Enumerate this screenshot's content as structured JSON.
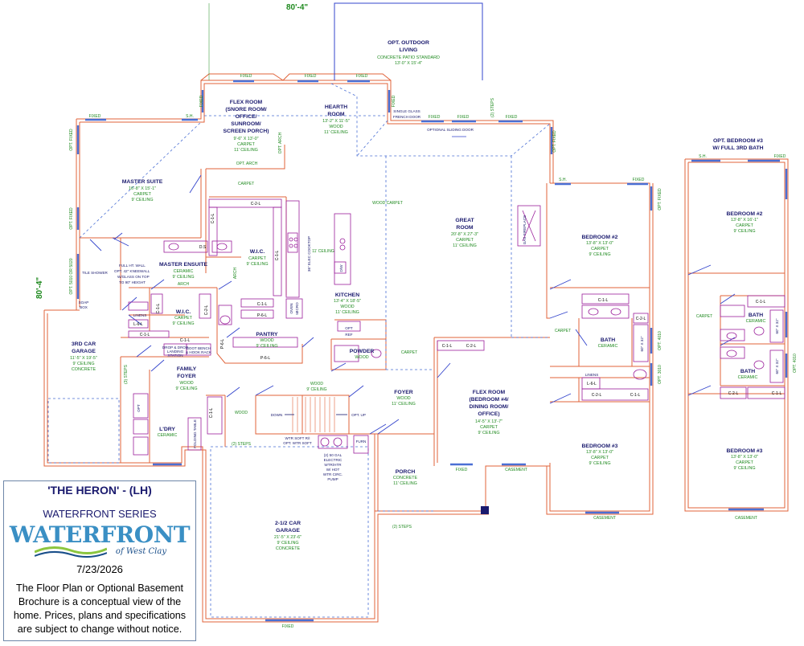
{
  "plan_title": "'THE HERON' - (LH)",
  "series": "WATERFRONT SERIES",
  "brand": {
    "word": "WATERFRONT",
    "sub": "of West Clay",
    "colors": {
      "primary": "#3a8fc4",
      "wave_green": "#8cc63f",
      "wave_blue": "#1a4f8a"
    }
  },
  "date": "7/23/2026",
  "disclaimer": "The Floor Plan or Optional Basement Brochure is a conceptual view of the home. Prices, plans and specifications are subject to change without notice.",
  "dimensions": {
    "top": "80'-4\"",
    "left": "80'-4\""
  },
  "colors": {
    "wall": "#e0633a",
    "window": "#4a6fd4",
    "label": "#1a1a6e",
    "spec": "#1f8a1f",
    "fixture": "#9b1f9b"
  },
  "rooms": {
    "outdoor": {
      "name": [
        "OPT. OUTDOOR",
        "LIVING"
      ],
      "lines": [
        "CONCRETE PATIO STANDARD",
        "13'-0\" X 15'-4\""
      ]
    },
    "flex_top": {
      "name": [
        "FLEX ROOM",
        "(SNORE ROOM/",
        "OFFICE/",
        "SUNROOM/",
        "SCREEN PORCH)"
      ],
      "lines": [
        "9'-6\" X 13'-0\"",
        "CARPET",
        "11' CEILING"
      ]
    },
    "hearth": {
      "name": [
        "HEARTH",
        "ROOM"
      ],
      "lines": [
        "13'-2\" X 11'-5\"",
        "WOOD",
        "11' CEILING"
      ]
    },
    "master_suite": {
      "name": [
        "MASTER SUITE"
      ],
      "lines": [
        "16'-8\" X 15'-1\"",
        "CARPET",
        "9' CEILING"
      ]
    },
    "master_ensuite": {
      "name": [
        "MASTER ENSUITE"
      ],
      "lines": [
        "CERAMIC",
        "9' CEILING"
      ]
    },
    "wic1": {
      "name": [
        "W.I.C."
      ],
      "lines": [
        "CARPET",
        "9' CEILING"
      ]
    },
    "wic2": {
      "name": [
        "W.I.C."
      ],
      "lines": [
        "CARPET",
        "9' CEILING"
      ]
    },
    "great": {
      "name": [
        "GREAT",
        "ROOM"
      ],
      "lines": [
        "20'-8\" X 27'-3\"",
        "CARPET",
        "11' CEILING"
      ]
    },
    "kitchen": {
      "name": [
        "KITCHEN"
      ],
      "lines": [
        "13'-4\" X 18'-5\"",
        "WOOD",
        "11' CEILING"
      ]
    },
    "pantry": {
      "name": [
        "PANTRY"
      ],
      "lines": [
        "WOOD",
        "9' CEILING"
      ]
    },
    "powder": {
      "name": [
        "POWDER"
      ],
      "lines": [
        "WOOD"
      ]
    },
    "garage3": {
      "name": [
        "3RD CAR",
        "GARAGE"
      ],
      "lines": [
        "11'-5\" X 19'-5\"",
        "9' CEILING",
        "CONCRETE"
      ]
    },
    "family_foyer": {
      "name": [
        "FAMILY",
        "FOYER"
      ],
      "lines": [
        "WOOD",
        "9' CEILING"
      ]
    },
    "laundry": {
      "name": [
        "L'DRY"
      ],
      "lines": [
        "CERAMIC"
      ]
    },
    "foyer": {
      "name": [
        "FOYER"
      ],
      "lines": [
        "WOOD",
        "11' CEILING"
      ]
    },
    "flex_front": {
      "name": [
        "FLEX ROOM",
        "(BEDROOM #4/",
        "DINING ROOM/",
        "OFFICE)"
      ],
      "lines": [
        "14'-5\" X 13'-7\"",
        "CARPET",
        "9' CEILING"
      ]
    },
    "porch": {
      "name": [
        "PORCH"
      ],
      "lines": [
        "CONCRETE",
        "11' CEILING"
      ]
    },
    "garage2": {
      "name": [
        "2-1/2 CAR",
        "GARAGE"
      ],
      "lines": [
        "21'-5\" X 23'-6\"",
        "9' CEILING",
        "CONCRETE"
      ]
    },
    "bed2": {
      "name": [
        "BEDROOM #2"
      ],
      "lines": [
        "13'-8\" X 13'-0\"",
        "CARPET",
        "9' CEILING"
      ]
    },
    "bath": {
      "name": [
        "BATH"
      ],
      "lines": [
        "CERAMIC"
      ]
    },
    "bed3": {
      "name": [
        "BEDROOM #3"
      ],
      "lines": [
        "13'-8\" X 13'-0\"",
        "CARPET",
        "9' CEILING"
      ]
    },
    "opt_title": {
      "name": [
        "OPT. BEDROOM #3",
        "W/ FULL 3RD BATH"
      ]
    },
    "opt_bed2": {
      "name": [
        "BEDROOM #2"
      ],
      "lines": [
        "13'-8\" X 16'-1\"",
        "CARPET",
        "9' CEILING"
      ]
    },
    "opt_bath1": {
      "name": [
        "BATH"
      ],
      "lines": [
        "CERAMIC"
      ]
    },
    "opt_bath2": {
      "name": [
        "BATH"
      ],
      "lines": [
        "CERAMIC"
      ]
    },
    "opt_bed3": {
      "name": [
        "BEDROOM #3"
      ],
      "lines": [
        "13'-8\" X 13'-0\"",
        "CARPET",
        "9' CEILING"
      ]
    }
  },
  "notes": {
    "wood_carpet": "WOOD CARPET",
    "carpet": "CARPET",
    "wood": "WOOD",
    "opt_arch": "OPT. ARCH",
    "arch": "ARCH",
    "single_glass": "SINGLE GLASS",
    "french_door": "FRENCH DOOR",
    "opt_sliding": "OPTIONAL SLIDING DOOR",
    "tile_shower": "TILE SHOWER",
    "kneewall": [
      "FULL HT. WALL",
      "OPT. 42\" KNEEWALL",
      "W/GLASS ON TOP",
      "TO 90\" HEIGHT"
    ],
    "soap_box": [
      "SOAP",
      "BOX"
    ],
    "cooktop": "36\" ELEC COOKTOP",
    "ceiling11": "11' CEILING",
    "dw": "D/W",
    "oven_micro": [
      "OVEN",
      "MICRO"
    ],
    "opt_ref": [
      "OPT",
      "REF"
    ],
    "gas_fireplace": "GAS FIREPLACE",
    "drop_zone": [
      "DROP & DROP",
      "LANDING",
      "STATION"
    ],
    "boot_bench": [
      "BOOT BENCH",
      "& HOOK RACK"
    ],
    "folding_table": "FOLDING TABLE",
    "down": "DOWN",
    "opt_up": "OPT. UP",
    "water_softener": [
      "WTR SOFT R/I",
      "OPT. WTR SOFT"
    ],
    "water_heater": [
      "(2) 50 GAL",
      "ELECTRIC",
      "WTR/HTR",
      "W/ HOT",
      "WTR CIRC.",
      "PUMP"
    ],
    "furn": "FURN",
    "opt": "OPT",
    "linens": "LINENS",
    "shower_60x32": "60\" X 32\"",
    "opt_4010": "OPT. 4010",
    "opt_3010": "OPT. 3010",
    "opt_5010": "OPT. 5010 OR 5020",
    "steps3": "(3) STEPS",
    "steps2": "(2) STEPS",
    "steps2b": "(2) STEPS",
    "steps2c": "(2) STEPS"
  },
  "windows": {
    "fixed": "FIXED",
    "sh": "S.H.",
    "opt_fixed": "OPT. FIXED",
    "casement": "CASEMENT",
    "fixed_kw": "FIXED",
    "s_h": "S.H."
  },
  "cabinet_tags": {
    "c2l": "C-2-L",
    "c1l": "C-1-L",
    "p6l": "P-6-L",
    "l6l": "L-6-L",
    "ds": "D.S",
    "c1ll": "C-1-L",
    "c2ll": "C-2-L"
  }
}
